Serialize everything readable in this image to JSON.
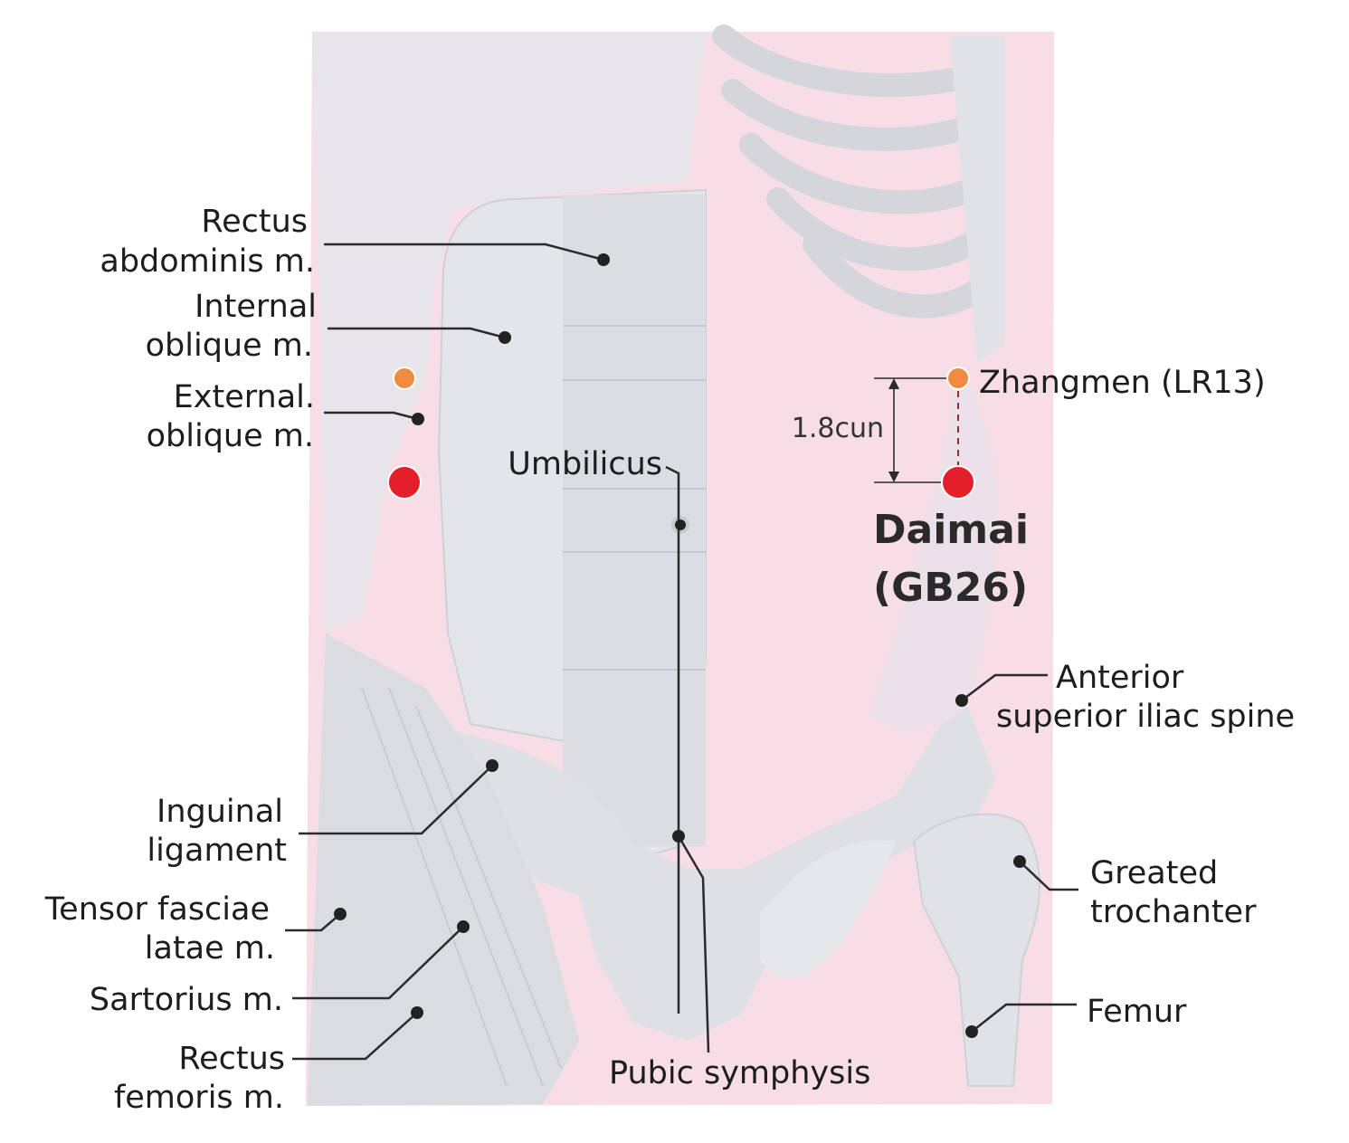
{
  "labels": {
    "rectus_abdominis": [
      "Rectus",
      "abdominis m."
    ],
    "internal_oblique": [
      "Internal",
      "oblique m."
    ],
    "external_oblique": [
      "External.",
      "oblique m."
    ],
    "umbilicus": "Umbilicus",
    "zhangmen": "Zhangmen (LR13)",
    "distance": "1.8cun",
    "daimai": [
      "Daimai",
      "(GB26)"
    ],
    "asis": [
      "Anterior",
      "superior iliac spine"
    ],
    "inguinal_ligament": [
      "Inguinal",
      "ligament"
    ],
    "tensor_fasciae": [
      "Tensor fasciae",
      "latae m."
    ],
    "sartorius": "Sartorius m.",
    "rectus_femoris": [
      "Rectus",
      "femoris m."
    ],
    "greater_trochanter": [
      "Greated",
      "trochanter"
    ],
    "femur": "Femur",
    "pubic_symphysis": "Pubic symphysis"
  },
  "colors": {
    "background": "#ffffff",
    "skin": "#f6dde6",
    "muscle": "#e2e3e8",
    "bone": "#d9dbe1",
    "acupoint_primary": "#e3202a",
    "acupoint_secondary": "#ef8a40",
    "leader_line": "#2b2b2b"
  },
  "icons": {
    "primary_point": "red-circle",
    "secondary_point": "orange-circle",
    "leader_end": "black-dot"
  }
}
